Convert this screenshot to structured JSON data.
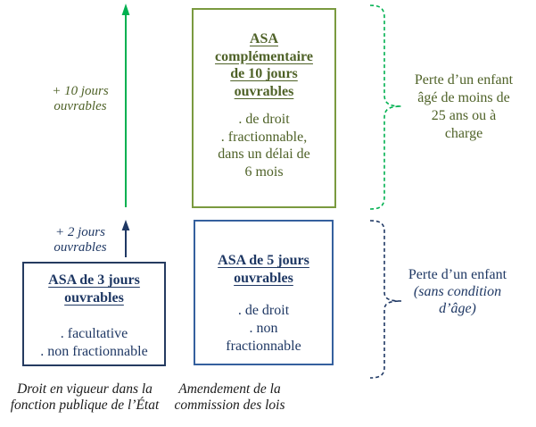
{
  "colors": {
    "bright_green": "#00B050",
    "olive_border": "#7A9A3F",
    "olive_text": "#4F6228",
    "navy": "#1F3864",
    "medium_blue_border": "#35609E",
    "dark_navy_border": "#253B60",
    "caption_black": "#1A1A1A"
  },
  "left_column": {
    "plus10_label_lines": [
      "+ 10 jours",
      "ouvrables"
    ],
    "plus2_label_lines": [
      "+ 2 jours",
      "ouvrables"
    ],
    "box3": {
      "title_lines": [
        "ASA de 3 jours",
        "ouvrables"
      ],
      "body_lines": [
        ". facultative",
        ". non fractionnable"
      ]
    },
    "caption_lines": [
      "Droit en vigueur dans la",
      "fonction publique de l’État"
    ]
  },
  "center_column": {
    "box10": {
      "title_lines": [
        "ASA",
        "complémentaire",
        "de 10 jours",
        "ouvrables"
      ],
      "body_lines": [
        ". de droit",
        ". fractionnable,",
        "dans un délai de",
        "6 mois"
      ]
    },
    "box5": {
      "title_lines": [
        "ASA de 5 jours",
        "ouvrables"
      ],
      "body_lines": [
        ". de droit",
        ". non",
        "fractionnable"
      ]
    },
    "caption_lines": [
      "Amendement de la",
      "commission des lois"
    ]
  },
  "right_column": {
    "green_note_lines": [
      "Perte d’un enfant",
      "âgé de moins de",
      "25 ans ou à",
      "charge"
    ],
    "navy_note_title": "Perte d’un enfant",
    "navy_note_italic_lines": [
      "(sans condition",
      "d’âge)"
    ]
  }
}
